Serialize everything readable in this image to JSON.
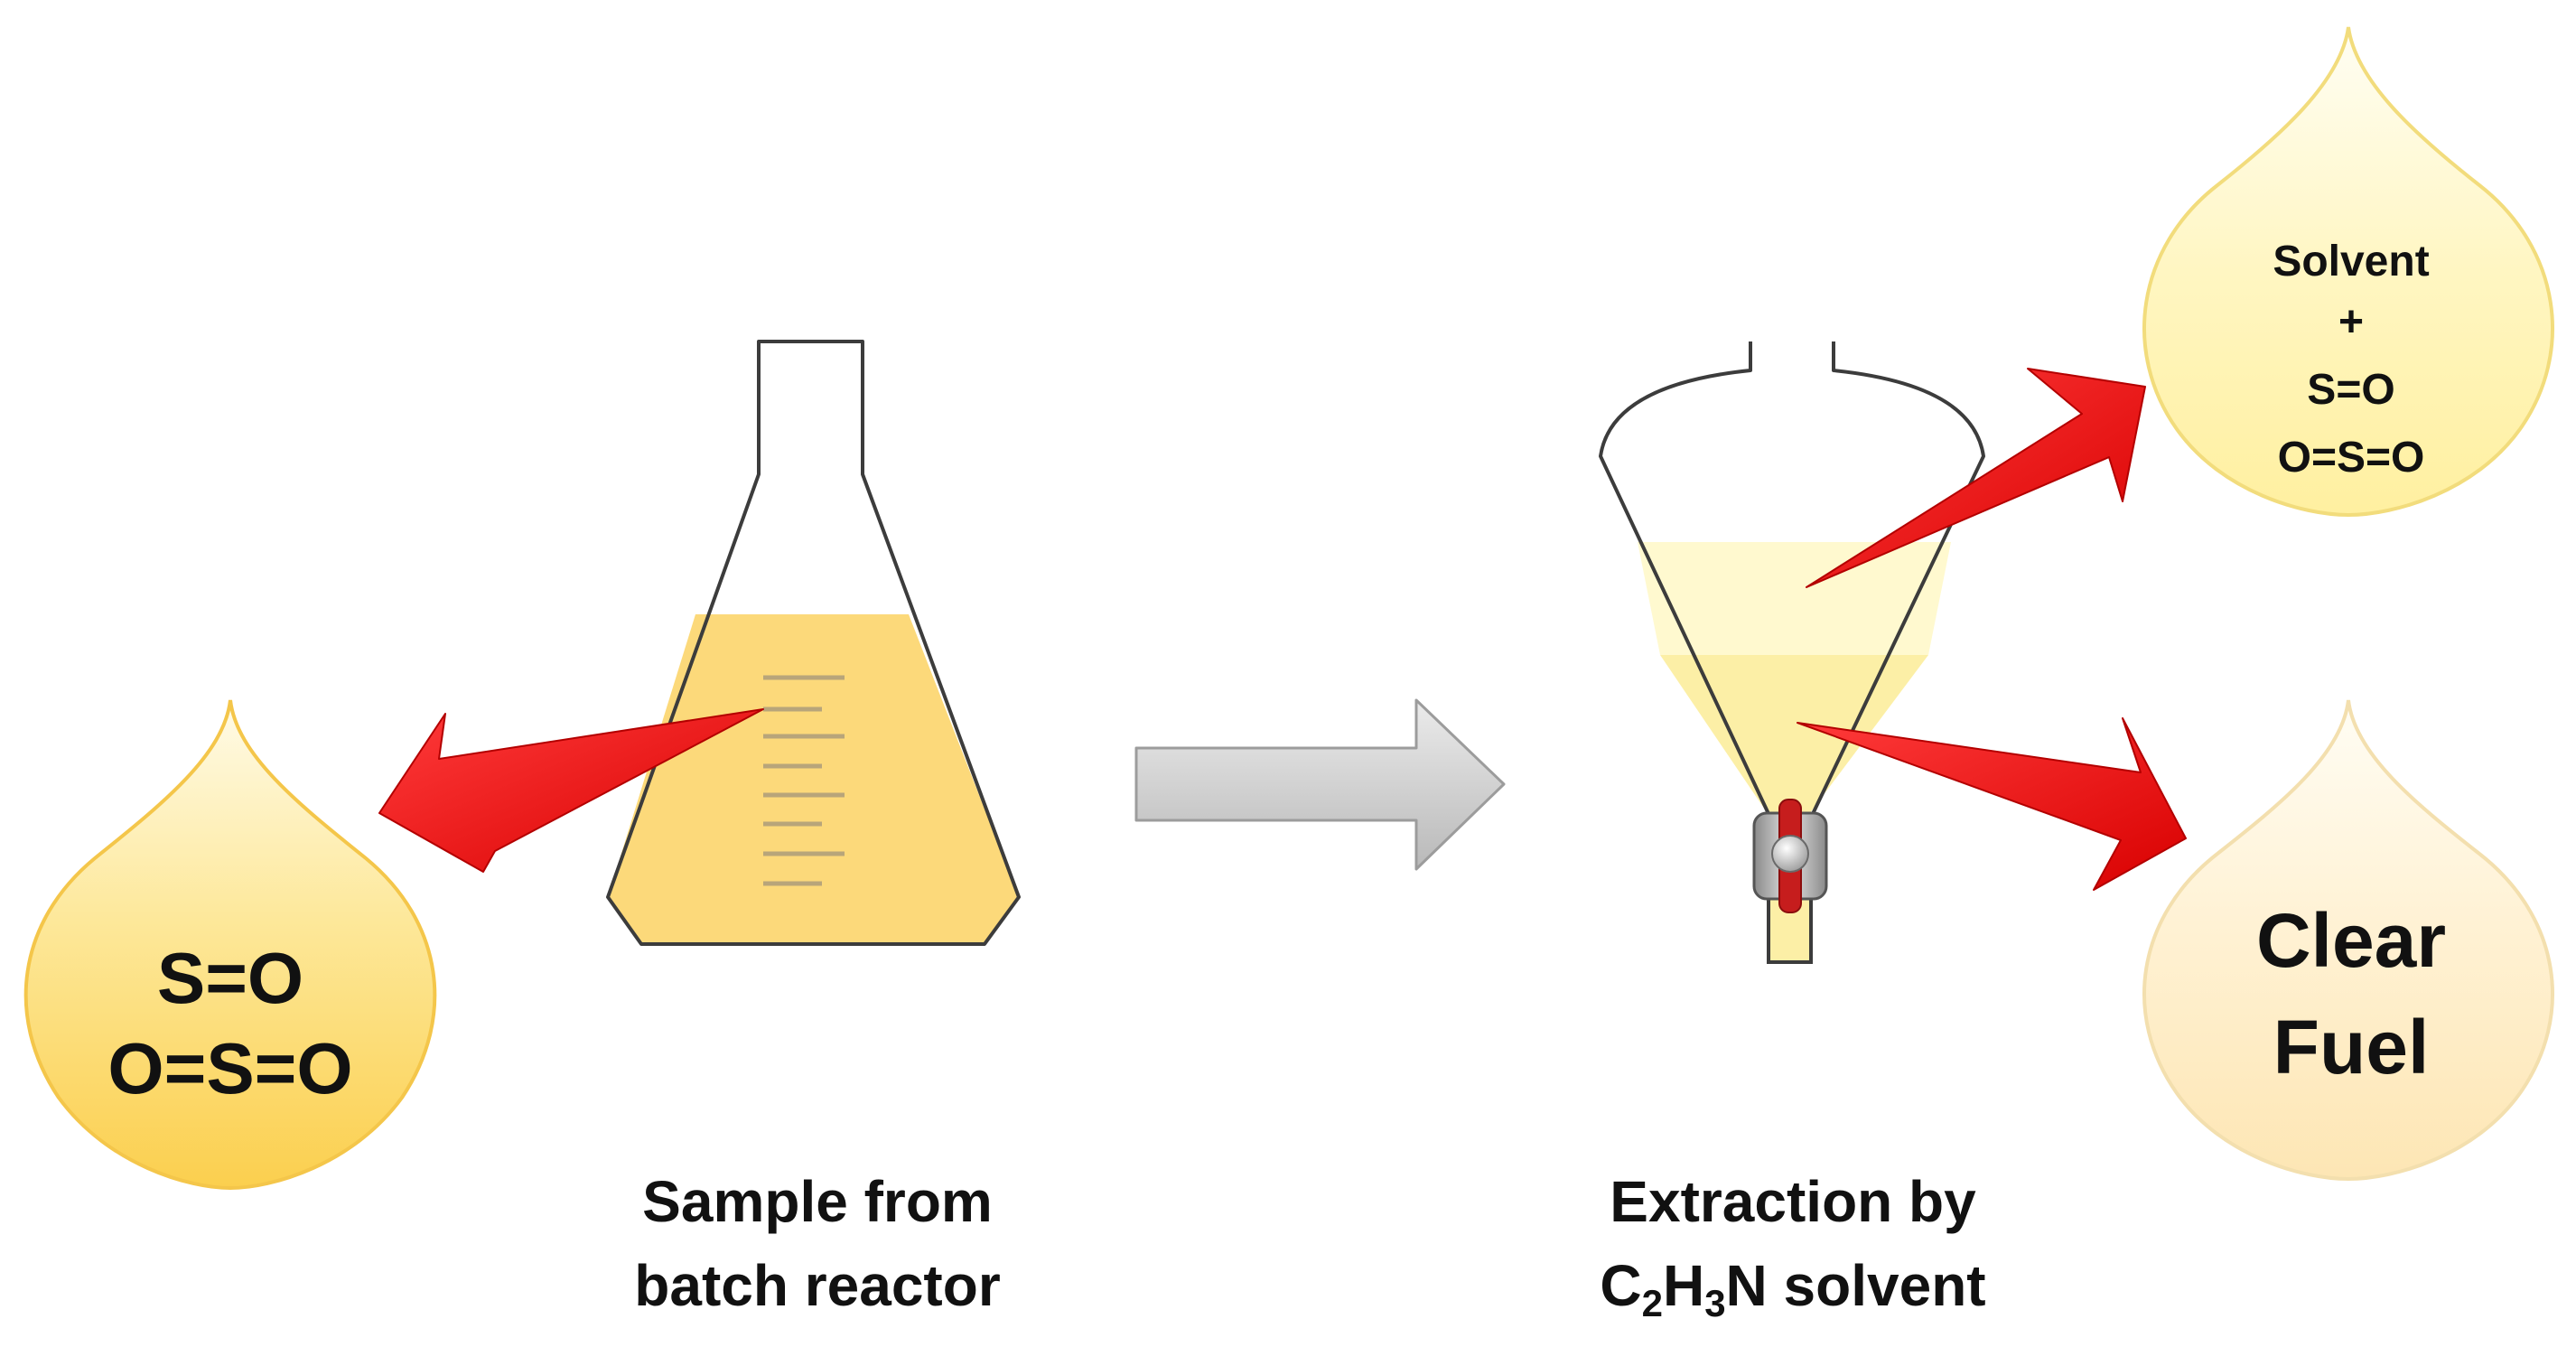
{
  "drop_left": {
    "line1": "S=O",
    "line2": "O=S=O"
  },
  "drop_top_right": {
    "line1": "Solvent",
    "line2": "+",
    "line3": "S=O",
    "line4": "O=S=O"
  },
  "drop_bottom_right": {
    "line1": "Clear",
    "line2": "Fuel"
  },
  "caption_left": {
    "line1": "Sample from",
    "line2": "batch reactor"
  },
  "caption_right": {
    "line1": "Extraction by",
    "formula": [
      "C",
      "2",
      "H",
      "3",
      "N"
    ],
    "line2_suffix": " solvent"
  },
  "colors": {
    "flask_liquid": "#fcd97a",
    "funnel_upper_layer": "#fff9cf",
    "funnel_lower_layer": "#fcefa6",
    "arrow_red": "#ee1111",
    "process_arrow_gray": "#c8c8c8",
    "drop_left_fill": "#fcd35e",
    "drop_top_right_fill": "#fff1a8",
    "drop_bottom_right_fill": "#fde7b6"
  }
}
